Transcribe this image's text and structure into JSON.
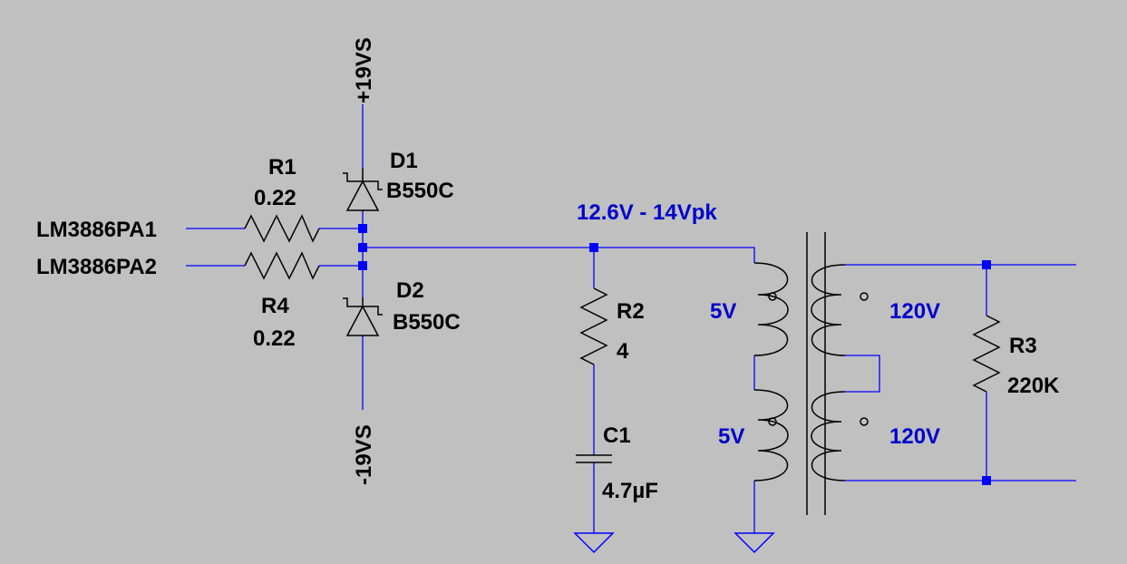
{
  "colors": {
    "background": "#c0c0c0",
    "wire": "#0000ff",
    "component": "#000000",
    "net_label": "#0000cc"
  },
  "nets": {
    "input_1": "LM3886PA1",
    "input_2": "LM3886PA2",
    "positive_rail": "+19VS",
    "negative_rail": "-19VS"
  },
  "components": {
    "r1": {
      "ref": "R1",
      "value": "0.22"
    },
    "r4": {
      "ref": "R4",
      "value": "0.22"
    },
    "d1": {
      "ref": "D1",
      "value": "B550C"
    },
    "d2": {
      "ref": "D2",
      "value": "B550C"
    },
    "r2": {
      "ref": "R2",
      "value": "4"
    },
    "c1": {
      "ref": "C1",
      "value": "4.7µF"
    },
    "r3": {
      "ref": "R3",
      "value": "220K"
    }
  },
  "annotations": {
    "node_voltage": "12.6V - 14Vpk",
    "primary_top": "5V",
    "primary_bottom": "5V",
    "secondary_top": "120V",
    "secondary_bottom": "120V"
  }
}
